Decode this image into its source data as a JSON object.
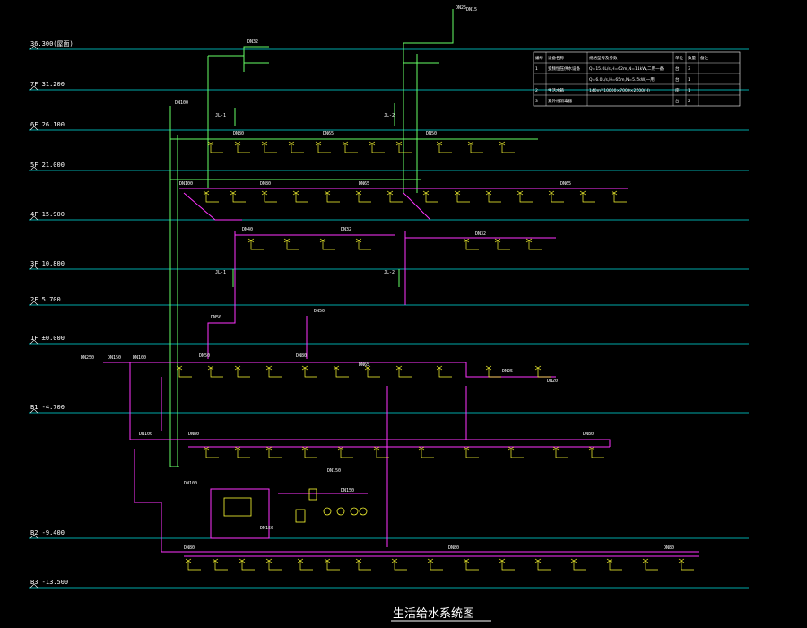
{
  "title": "生活给水系统图",
  "colors": {
    "background": "#000000",
    "floor_line": "#00e0e0",
    "riser_green": "#66ff66",
    "pipe_magenta": "#ff33ff",
    "valve_yellow": "#ffff33",
    "text_white": "#ffffff"
  },
  "floors": [
    {
      "label": "36.300(屋面)"
    },
    {
      "label": "7F 31.200"
    },
    {
      "label": "6F 26.100"
    },
    {
      "label": "5F 21.000"
    },
    {
      "label": "4F 15.900"
    },
    {
      "label": "3F 10.800"
    },
    {
      "label": "2F 5.700"
    },
    {
      "label": "1F ±0.000"
    },
    {
      "label": "B1 -4.700"
    },
    {
      "label": "B2 -9.400"
    },
    {
      "label": "B3 -13.500"
    }
  ],
  "pipe_labels": {
    "dn15": "DN15",
    "dn20": "DN20",
    "dn25": "DN25",
    "dn32": "DN32",
    "dn40": "DN40",
    "dn50": "DN50",
    "dn65": "DN65",
    "dn80": "DN80",
    "dn100": "DN100",
    "dn150": "DN150",
    "dn250": "DN250"
  },
  "riser_labels": {
    "jl1": "JL-1",
    "jl2": "JL-2"
  },
  "equipment_table": {
    "headers": [
      "编号",
      "设备名称",
      "规格型号及参数",
      "单位",
      "数量",
      "备注"
    ],
    "rows": [
      [
        "1",
        "变频恒压供水设备",
        "Q=15.0L/s,H=62m,N=11kW,二用一备",
        "台",
        "3",
        ""
      ],
      [
        "",
        "",
        "Q=6.0L/s,H=65m,N=5.5kW,一用",
        "台",
        "1",
        ""
      ],
      [
        "2",
        "生活水箱",
        "140m³,10000×7000×2500(H)",
        "座",
        "1",
        ""
      ],
      [
        "3",
        "紫外线消毒器",
        "",
        "台",
        "2",
        ""
      ]
    ]
  }
}
